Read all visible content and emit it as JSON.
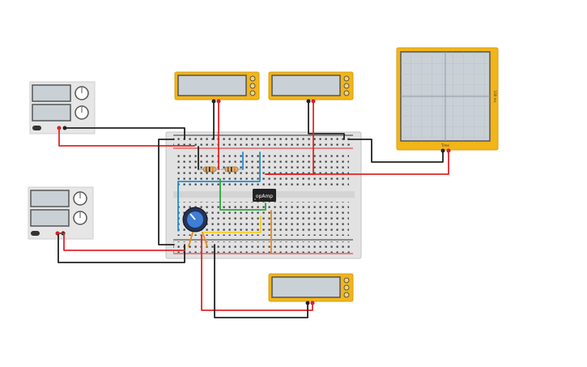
{
  "components": {
    "opamp_label": "opAmp",
    "oscilloscope_side_label": "100 ms",
    "oscilloscope_bottom_label": "Time",
    "power_supply_1": {
      "output": "OFF"
    },
    "power_supply_2": {
      "output": "OFF"
    }
  },
  "colors": {
    "meter_yellow": "#f2b51a",
    "display_gray": "#c9d1d6",
    "wire_red": "#e0262a",
    "wire_black": "#222222",
    "wire_blue": "#1e8fd6",
    "wire_green": "#2aa63a",
    "wire_orange": "#ef8a14",
    "wire_yellow": "#f3d23a"
  },
  "icons": {
    "meter_buttons": [
      "dial-icon",
      "dial-icon",
      "dial-icon"
    ],
    "supply_knobs": [
      "knob-icon",
      "knob-icon"
    ]
  }
}
